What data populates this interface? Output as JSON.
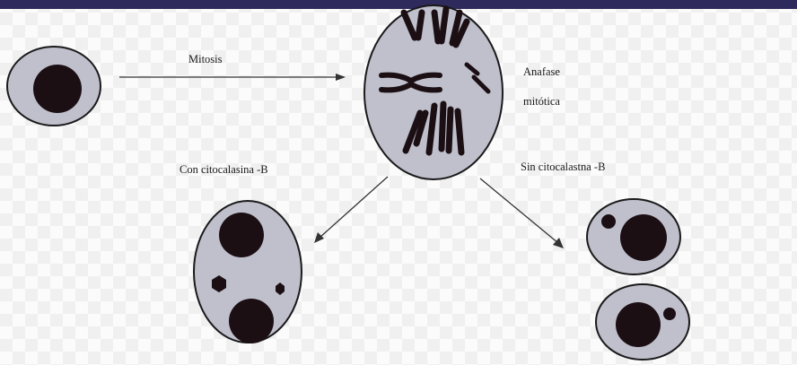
{
  "labels": {
    "mitosis": "Mitosis",
    "anaphase_line1": "Anafase",
    "anaphase_line2": "mitótica",
    "with_cytochalasin": "Con citocalasina -B",
    "without_cytochalasin": "Sin citocalastna -B"
  },
  "colors": {
    "header_bar": "#2e2a5c",
    "cell_fill": "#bfc0cc",
    "nucleus": "#1b0f14",
    "outline": "#1a1a1a"
  }
}
